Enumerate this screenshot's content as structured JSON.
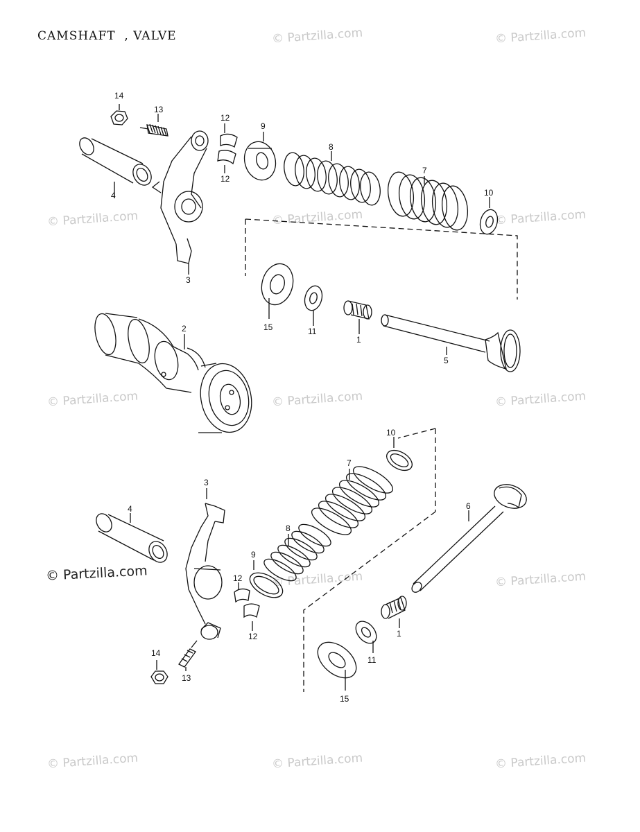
{
  "page": {
    "title": "CAMSHAFT  , VALVE"
  },
  "watermark": {
    "text": "© Partzilla.com",
    "main_text": "© Partzilla.com"
  },
  "labels": {
    "top": {
      "n14": "14",
      "n13": "13",
      "n12a": "12",
      "n12b": "12",
      "n9": "9",
      "n8": "8",
      "n7": "7",
      "n10": "10",
      "n4": "4",
      "n3": "3",
      "n15": "15",
      "n11": "11",
      "n1": "1",
      "n2": "2",
      "n5": "5"
    },
    "bottom": {
      "n10": "10",
      "n7": "7",
      "n3": "3",
      "n4": "4",
      "n6": "6",
      "n8": "8",
      "n9": "9",
      "n12a": "12",
      "n12b": "12",
      "n14": "14",
      "n13": "13",
      "n1": "1",
      "n11": "11",
      "n15": "15"
    }
  }
}
